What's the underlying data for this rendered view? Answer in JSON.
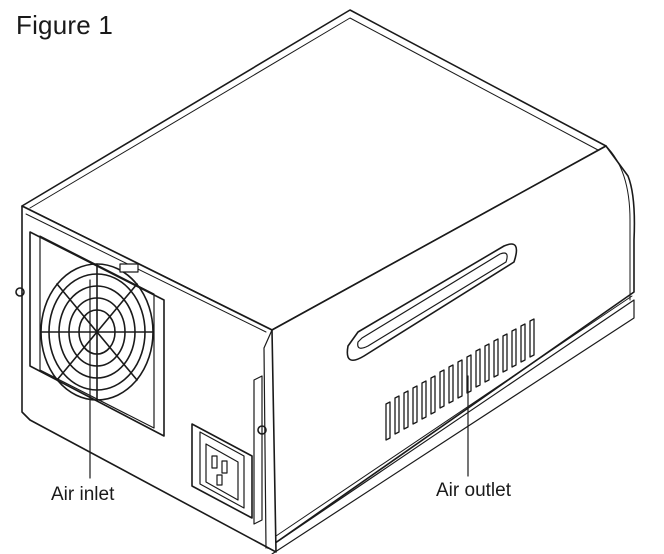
{
  "figure": {
    "title": "Figure 1"
  },
  "labels": {
    "air_inlet": "Air inlet",
    "air_outlet": "Air outlet"
  },
  "colors": {
    "line": "#1a1a1a",
    "background": "#ffffff"
  }
}
